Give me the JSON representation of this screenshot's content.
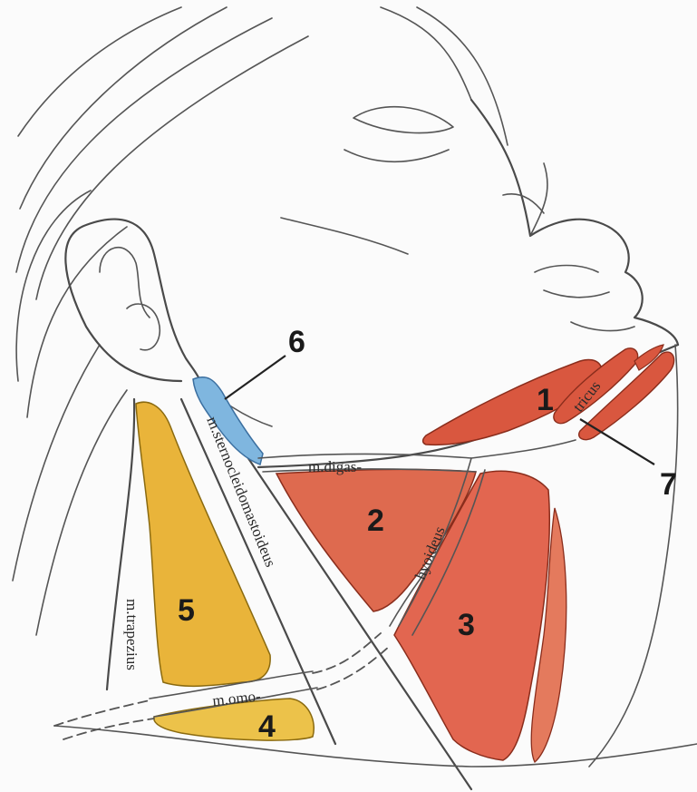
{
  "regions": [
    {
      "number": "1",
      "color": "#d9573f"
    },
    {
      "number": "2",
      "color": "#de6a4f"
    },
    {
      "number": "3",
      "color": "#e26650"
    },
    {
      "number": "4",
      "color": "#ecc24a"
    },
    {
      "number": "5",
      "color": "#e9b43a"
    },
    {
      "number": "6",
      "color": "#7fb6df"
    },
    {
      "number": "7",
      "color": "#d9573f"
    }
  ],
  "labels": {
    "digastricus": "m.digas-",
    "tricus": "tricus",
    "stylohyoideus": "hyoideus",
    "sternocleidomastoideus": "m.sternocleidomastoideus",
    "trapezius": "m.trapezius",
    "omohyoideus": "m.omo-"
  }
}
